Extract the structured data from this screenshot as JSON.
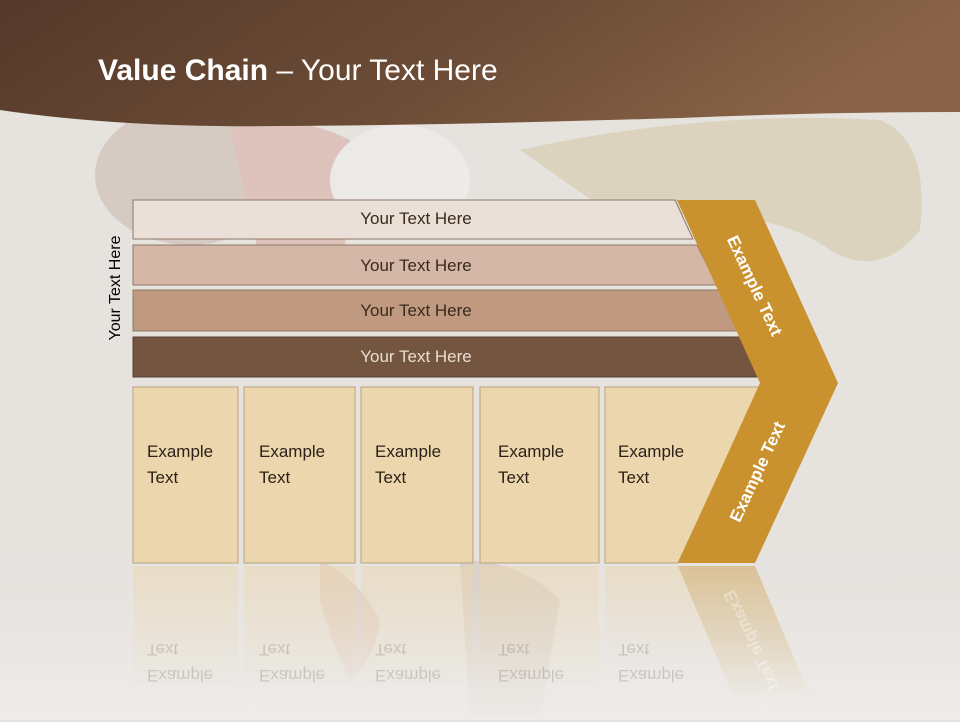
{
  "slide": {
    "title_bold": "Value Chain",
    "title_rest": " – Your Text Here",
    "vertical_label": "Your Text Here"
  },
  "rows": [
    {
      "label": "Your Text Here",
      "color": "#ebe0d7"
    },
    {
      "label": "Your Text Here",
      "color": "#d4b7a6"
    },
    {
      "label": "Your Text Here",
      "color": "#bf9a80"
    },
    {
      "label": "Your Text Here",
      "color": "#735540"
    }
  ],
  "columns": [
    {
      "label": "Example\nText"
    },
    {
      "label": "Example\nText"
    },
    {
      "label": "Example\nText"
    },
    {
      "label": "Example\nText"
    },
    {
      "label": "Example\nText"
    }
  ],
  "chevron": {
    "top_label": "Example Text",
    "bottom_label": "Example Text",
    "color": "#c9922e"
  },
  "colors": {
    "header": "#6a4b34",
    "column_fill": "#ecd6ad",
    "background": "#e6e3df"
  }
}
